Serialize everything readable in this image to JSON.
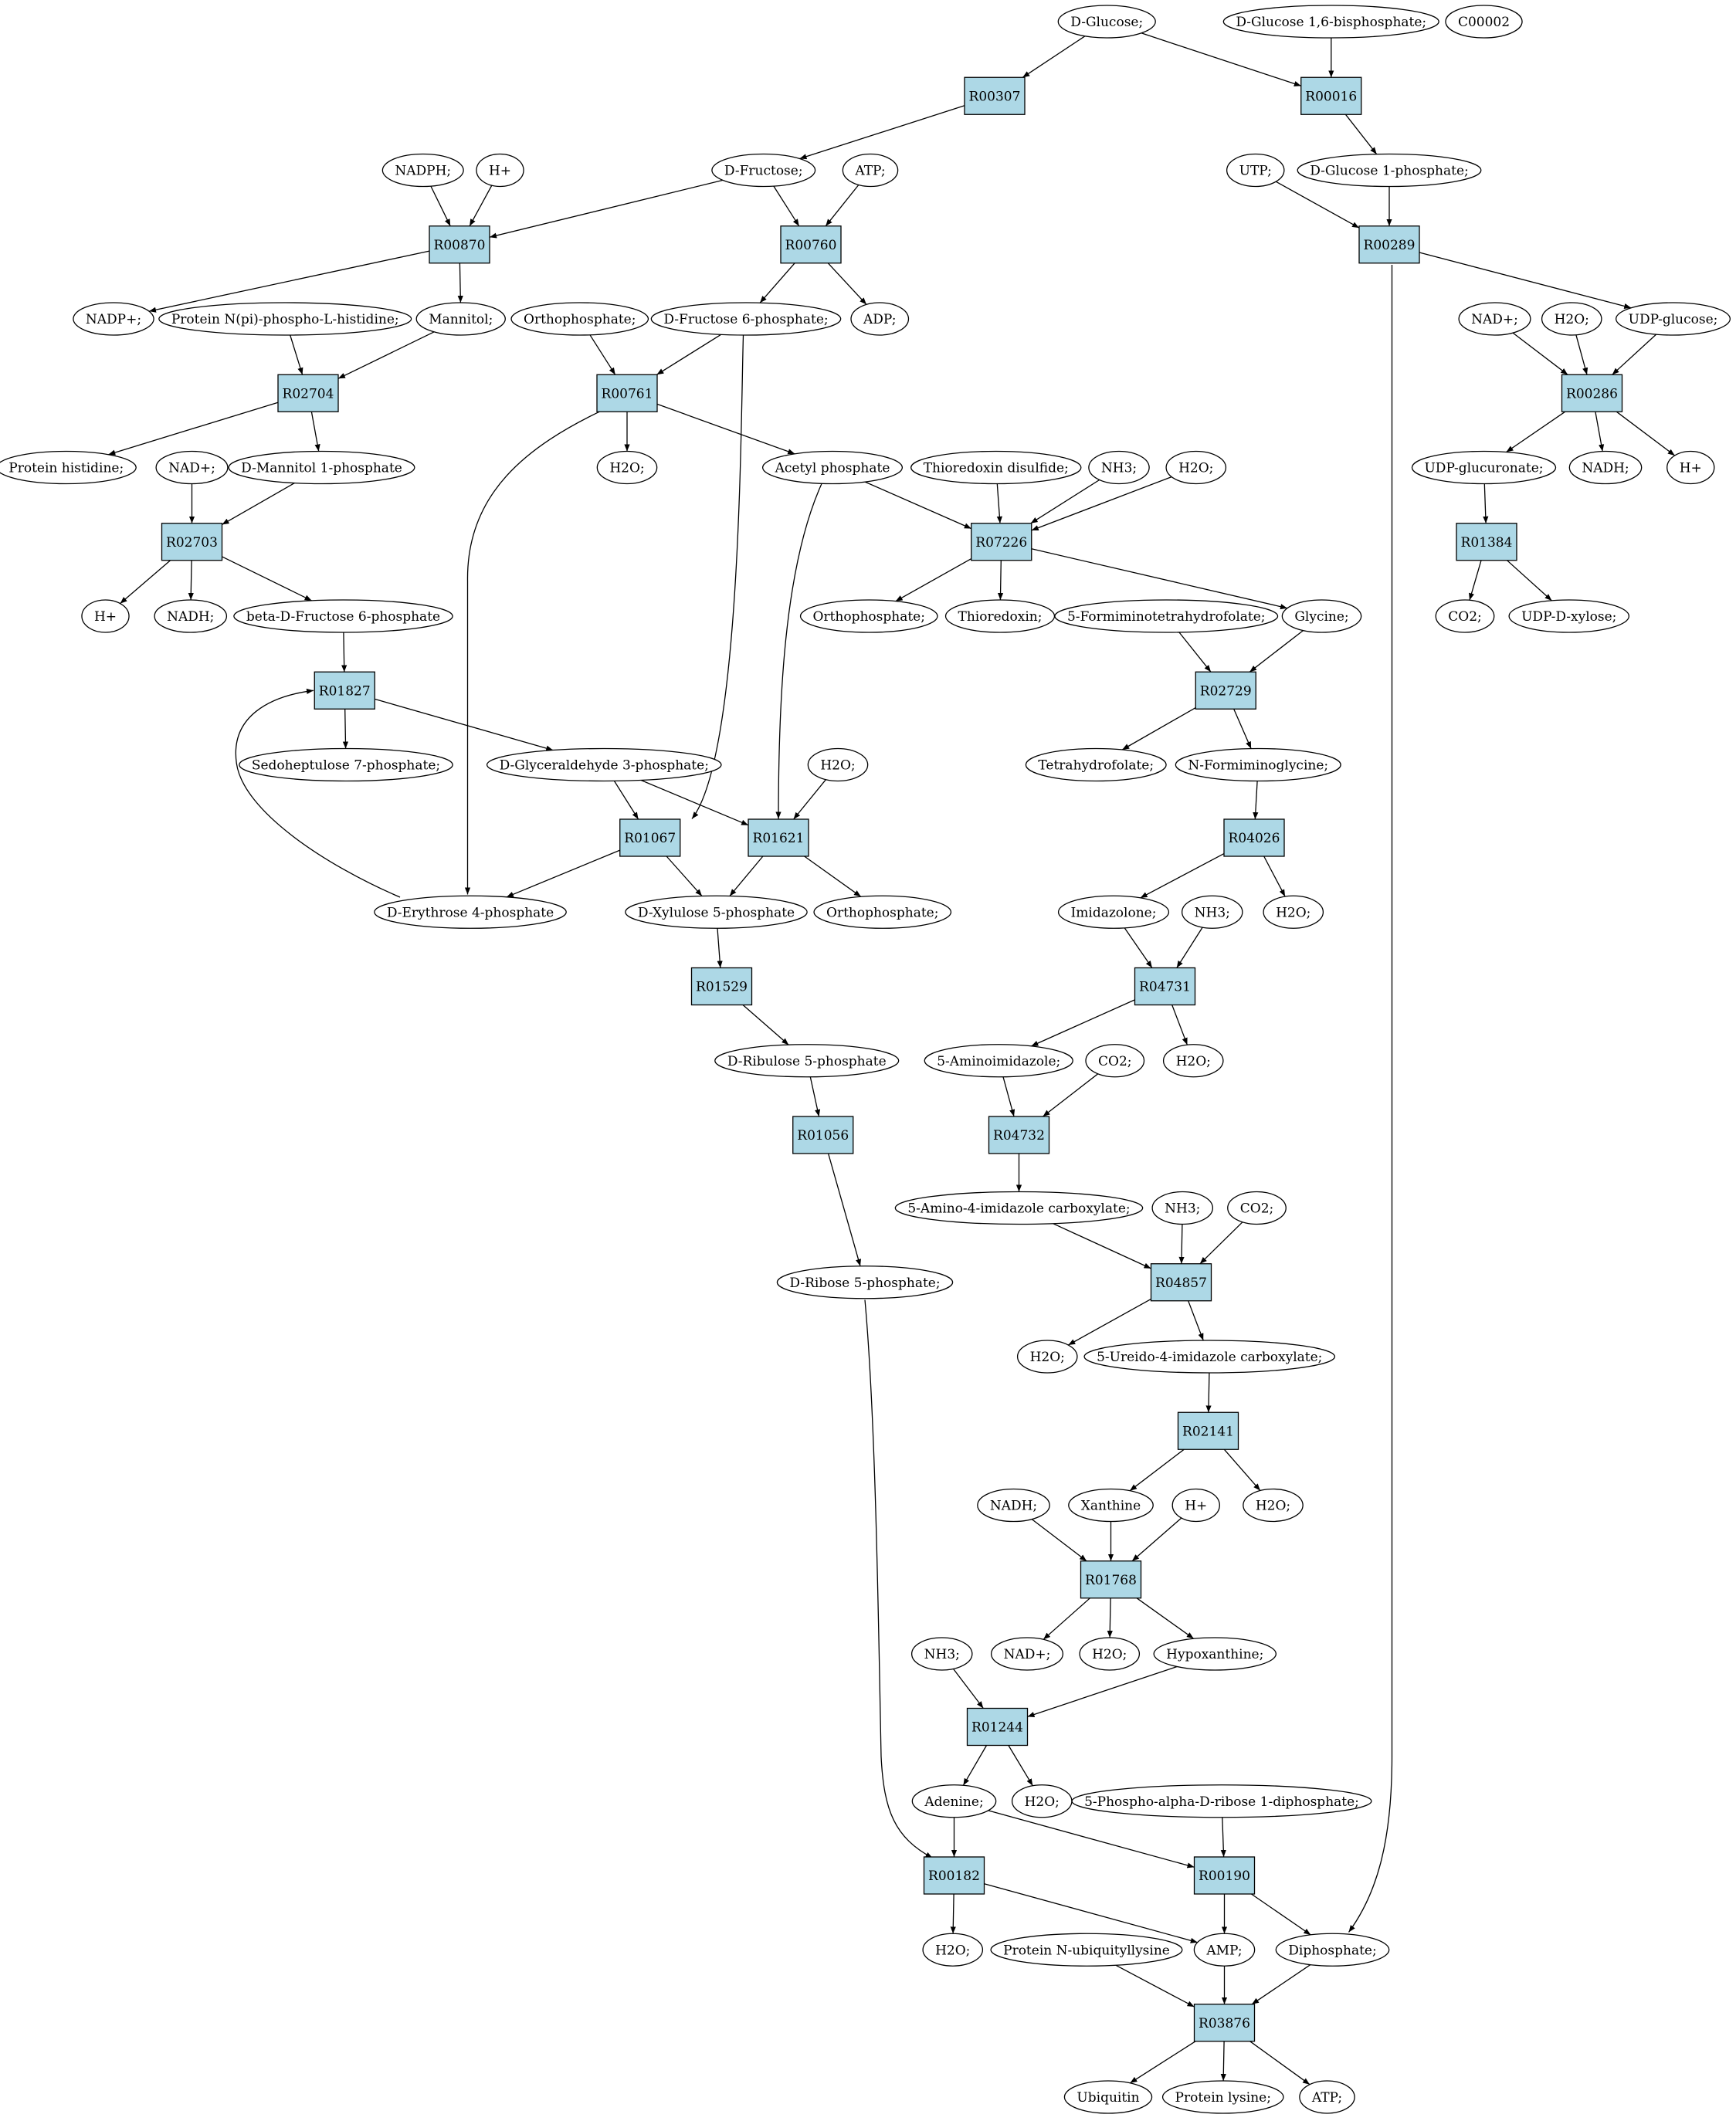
{
  "colors": {
    "reaction_fill": "#add8e6",
    "metabolite_fill": "#ffffff",
    "highlight_green": "#00ff00",
    "highlight_yellow": "#ffff00",
    "edge": "#000000"
  },
  "nodes": [
    {
      "id": "n_glucose",
      "label": "D-Glucose;",
      "kind": "met",
      "fill": "#00ff00"
    },
    {
      "id": "n_g16bp",
      "label": "D-Glucose 1,6-bisphosphate;",
      "kind": "met"
    },
    {
      "id": "n_c00002",
      "label": "C00002",
      "kind": "met",
      "fill": "#ffff00"
    },
    {
      "id": "r_R00307",
      "label": "R00307",
      "kind": "rxn"
    },
    {
      "id": "r_R00016",
      "label": "R00016",
      "kind": "rxn"
    },
    {
      "id": "n_nadph",
      "label": "NADPH;",
      "kind": "met"
    },
    {
      "id": "n_hplus_1",
      "label": "H+",
      "kind": "met"
    },
    {
      "id": "n_fructose",
      "label": "D-Fructose;",
      "kind": "met"
    },
    {
      "id": "n_atp_1",
      "label": "ATP;",
      "kind": "met"
    },
    {
      "id": "n_utp",
      "label": "UTP;",
      "kind": "met"
    },
    {
      "id": "n_g1p",
      "label": "D-Glucose 1-phosphate;",
      "kind": "met"
    },
    {
      "id": "r_R00870",
      "label": "R00870",
      "kind": "rxn"
    },
    {
      "id": "r_R00760",
      "label": "R00760",
      "kind": "rxn"
    },
    {
      "id": "r_R00289",
      "label": "R00289",
      "kind": "rxn"
    },
    {
      "id": "n_nadp",
      "label": "NADP+;",
      "kind": "met"
    },
    {
      "id": "n_protnpi",
      "label": "Protein N(pi)-phospho-L-histidine;",
      "kind": "met"
    },
    {
      "id": "n_mannitol",
      "label": "Mannitol;",
      "kind": "met"
    },
    {
      "id": "n_ortho_1",
      "label": "Orthophosphate;",
      "kind": "met"
    },
    {
      "id": "n_f6p",
      "label": "D-Fructose 6-phosphate;",
      "kind": "met"
    },
    {
      "id": "n_adp",
      "label": "ADP;",
      "kind": "met"
    },
    {
      "id": "n_nad_1",
      "label": "NAD+;",
      "kind": "met"
    },
    {
      "id": "n_h2o_1",
      "label": "H2O;",
      "kind": "met"
    },
    {
      "id": "n_udpglc",
      "label": "UDP-glucose;",
      "kind": "met"
    },
    {
      "id": "r_R02704",
      "label": "R02704",
      "kind": "rxn"
    },
    {
      "id": "r_R00761",
      "label": "R00761",
      "kind": "rxn"
    },
    {
      "id": "r_R00286",
      "label": "R00286",
      "kind": "rxn"
    },
    {
      "id": "n_prothis",
      "label": "Protein histidine;",
      "kind": "met"
    },
    {
      "id": "n_nad_2",
      "label": "NAD+;",
      "kind": "met"
    },
    {
      "id": "n_m1p",
      "label": "D-Mannitol 1-phosphate",
      "kind": "met"
    },
    {
      "id": "n_h2o_2",
      "label": "H2O;",
      "kind": "met"
    },
    {
      "id": "n_acp",
      "label": "Acetyl phosphate",
      "kind": "met"
    },
    {
      "id": "n_trxss",
      "label": "Thioredoxin disulfide;",
      "kind": "met"
    },
    {
      "id": "n_nh3_1",
      "label": "NH3;",
      "kind": "met"
    },
    {
      "id": "n_h2o_3",
      "label": "H2O;",
      "kind": "met"
    },
    {
      "id": "n_udpgla",
      "label": "UDP-glucuronate;",
      "kind": "met"
    },
    {
      "id": "n_nadh_1",
      "label": "NADH;",
      "kind": "met"
    },
    {
      "id": "n_hplus_2",
      "label": "H+",
      "kind": "met"
    },
    {
      "id": "r_R02703",
      "label": "R02703",
      "kind": "rxn"
    },
    {
      "id": "r_R07226",
      "label": "R07226",
      "kind": "rxn"
    },
    {
      "id": "r_R01384",
      "label": "R01384",
      "kind": "rxn"
    },
    {
      "id": "n_hplus_3",
      "label": "H+",
      "kind": "met"
    },
    {
      "id": "n_nadh_2",
      "label": "NADH;",
      "kind": "met"
    },
    {
      "id": "n_bf6p",
      "label": "beta-D-Fructose 6-phosphate",
      "kind": "met"
    },
    {
      "id": "n_ortho_2",
      "label": "Orthophosphate;",
      "kind": "met"
    },
    {
      "id": "n_trx",
      "label": "Thioredoxin;",
      "kind": "met"
    },
    {
      "id": "n_formthf",
      "label": "5-Formiminotetrahydrofolate;",
      "kind": "met"
    },
    {
      "id": "n_glycine",
      "label": "Glycine;",
      "kind": "met"
    },
    {
      "id": "n_co2_1",
      "label": "CO2;",
      "kind": "met"
    },
    {
      "id": "n_udpxyl",
      "label": "UDP-D-xylose;",
      "kind": "met"
    },
    {
      "id": "r_R01827",
      "label": "R01827",
      "kind": "rxn"
    },
    {
      "id": "r_R02729",
      "label": "R02729",
      "kind": "rxn"
    },
    {
      "id": "n_s7p",
      "label": "Sedoheptulose 7-phosphate;",
      "kind": "met"
    },
    {
      "id": "n_g3p",
      "label": "D-Glyceraldehyde 3-phosphate;",
      "kind": "met"
    },
    {
      "id": "n_h2o_4",
      "label": "H2O;",
      "kind": "met"
    },
    {
      "id": "n_thf",
      "label": "Tetrahydrofolate;",
      "kind": "met"
    },
    {
      "id": "n_fgly",
      "label": "N-Formiminoglycine;",
      "kind": "met"
    },
    {
      "id": "r_R01067",
      "label": "R01067",
      "kind": "rxn"
    },
    {
      "id": "r_R01621",
      "label": "R01621",
      "kind": "rxn"
    },
    {
      "id": "r_R04026",
      "label": "R04026",
      "kind": "rxn"
    },
    {
      "id": "n_e4p",
      "label": "D-Erythrose 4-phosphate",
      "kind": "met"
    },
    {
      "id": "n_x5p",
      "label": "D-Xylulose 5-phosphate",
      "kind": "met"
    },
    {
      "id": "n_ortho_3",
      "label": "Orthophosphate;",
      "kind": "met"
    },
    {
      "id": "n_imidazolone",
      "label": "Imidazolone;",
      "kind": "met"
    },
    {
      "id": "n_nh3_2",
      "label": "NH3;",
      "kind": "met"
    },
    {
      "id": "n_h2o_5",
      "label": "H2O;",
      "kind": "met"
    },
    {
      "id": "r_R01529",
      "label": "R01529",
      "kind": "rxn"
    },
    {
      "id": "r_R04731",
      "label": "R04731",
      "kind": "rxn"
    },
    {
      "id": "n_ru5p",
      "label": "D-Ribulose 5-phosphate",
      "kind": "met"
    },
    {
      "id": "n_aminoimid",
      "label": "5-Aminoimidazole;",
      "kind": "met"
    },
    {
      "id": "n_co2_2",
      "label": "CO2;",
      "kind": "met"
    },
    {
      "id": "n_h2o_6",
      "label": "H2O;",
      "kind": "met"
    },
    {
      "id": "r_R01056",
      "label": "R01056",
      "kind": "rxn"
    },
    {
      "id": "r_R04732",
      "label": "R04732",
      "kind": "rxn"
    },
    {
      "id": "n_aicarb",
      "label": "5-Amino-4-imidazole carboxylate;",
      "kind": "met"
    },
    {
      "id": "n_nh3_3",
      "label": "NH3;",
      "kind": "met"
    },
    {
      "id": "n_co2_3",
      "label": "CO2;",
      "kind": "met"
    },
    {
      "id": "n_r5p",
      "label": "D-Ribose 5-phosphate;",
      "kind": "met"
    },
    {
      "id": "r_R04857",
      "label": "R04857",
      "kind": "rxn"
    },
    {
      "id": "n_h2o_7",
      "label": "H2O;",
      "kind": "met"
    },
    {
      "id": "n_uicarb",
      "label": "5-Ureido-4-imidazole carboxylate;",
      "kind": "met"
    },
    {
      "id": "r_R02141",
      "label": "R02141",
      "kind": "rxn"
    },
    {
      "id": "n_nadh_3",
      "label": "NADH;",
      "kind": "met"
    },
    {
      "id": "n_xanthine",
      "label": "Xanthine",
      "kind": "met"
    },
    {
      "id": "n_hplus_4",
      "label": "H+",
      "kind": "met"
    },
    {
      "id": "n_h2o_8",
      "label": "H2O;",
      "kind": "met"
    },
    {
      "id": "r_R01768",
      "label": "R01768",
      "kind": "rxn"
    },
    {
      "id": "n_nh3_4",
      "label": "NH3;",
      "kind": "met"
    },
    {
      "id": "n_nad_3",
      "label": "NAD+;",
      "kind": "met"
    },
    {
      "id": "n_h2o_9",
      "label": "H2O;",
      "kind": "met"
    },
    {
      "id": "n_hypox",
      "label": "Hypoxanthine;",
      "kind": "met"
    },
    {
      "id": "r_R01244",
      "label": "R01244",
      "kind": "rxn"
    },
    {
      "id": "n_adenine",
      "label": "Adenine;",
      "kind": "met"
    },
    {
      "id": "n_h2o_10",
      "label": "H2O;",
      "kind": "met"
    },
    {
      "id": "n_prpp",
      "label": "5-Phospho-alpha-D-ribose 1-diphosphate;",
      "kind": "met"
    },
    {
      "id": "r_R00182",
      "label": "R00182",
      "kind": "rxn"
    },
    {
      "id": "r_R00190",
      "label": "R00190",
      "kind": "rxn"
    },
    {
      "id": "n_h2o_11",
      "label": "H2O;",
      "kind": "met"
    },
    {
      "id": "n_protubl",
      "label": "Protein N-ubiquityllysine",
      "kind": "met"
    },
    {
      "id": "n_amp",
      "label": "AMP;",
      "kind": "met"
    },
    {
      "id": "n_ppi",
      "label": "Diphosphate;",
      "kind": "met"
    },
    {
      "id": "r_R03876",
      "label": "R03876",
      "kind": "rxn"
    },
    {
      "id": "n_ubiquitin",
      "label": "Ubiquitin",
      "kind": "met"
    },
    {
      "id": "n_protlys",
      "label": "Protein lysine;",
      "kind": "met"
    },
    {
      "id": "n_atp_2",
      "label": "ATP;",
      "kind": "met"
    }
  ],
  "edges": [
    [
      "n_glucose",
      "r_R00307"
    ],
    [
      "n_glucose",
      "r_R00016"
    ],
    [
      "n_g16bp",
      "r_R00016"
    ],
    [
      "r_R00307",
      "n_fructose"
    ],
    [
      "r_R00016",
      "n_g1p"
    ],
    [
      "n_nadph",
      "r_R00870"
    ],
    [
      "n_hplus_1",
      "r_R00870"
    ],
    [
      "n_fructose",
      "r_R00870"
    ],
    [
      "n_fructose",
      "r_R00760"
    ],
    [
      "n_atp_1",
      "r_R00760"
    ],
    [
      "n_utp",
      "r_R00289"
    ],
    [
      "n_g1p",
      "r_R00289"
    ],
    [
      "r_R00870",
      "n_nadp"
    ],
    [
      "r_R00870",
      "n_mannitol"
    ],
    [
      "r_R00760",
      "n_f6p"
    ],
    [
      "r_R00760",
      "n_adp"
    ],
    [
      "r_R00289",
      "n_udpglc"
    ],
    [
      "r_R00289",
      "n_ppi"
    ],
    [
      "n_protnpi",
      "r_R02704"
    ],
    [
      "n_mannitol",
      "r_R02704"
    ],
    [
      "n_ortho_1",
      "r_R00761"
    ],
    [
      "n_f6p",
      "r_R00761"
    ],
    [
      "n_f6p",
      "r_R01067"
    ],
    [
      "n_nad_1",
      "r_R00286"
    ],
    [
      "n_h2o_1",
      "r_R00286"
    ],
    [
      "n_udpglc",
      "r_R00286"
    ],
    [
      "r_R02704",
      "n_prothis"
    ],
    [
      "r_R02704",
      "n_m1p"
    ],
    [
      "r_R00761",
      "n_h2o_2"
    ],
    [
      "r_R00761",
      "n_acp"
    ],
    [
      "r_R00761",
      "n_e4p"
    ],
    [
      "r_R00286",
      "n_udpgla"
    ],
    [
      "r_R00286",
      "n_nadh_1"
    ],
    [
      "r_R00286",
      "n_hplus_2"
    ],
    [
      "n_nad_2",
      "r_R02703"
    ],
    [
      "n_m1p",
      "r_R02703"
    ],
    [
      "n_acp",
      "r_R07226"
    ],
    [
      "n_acp",
      "r_R01621"
    ],
    [
      "n_trxss",
      "r_R07226"
    ],
    [
      "n_nh3_1",
      "r_R07226"
    ],
    [
      "n_h2o_3",
      "r_R07226"
    ],
    [
      "n_udpgla",
      "r_R01384"
    ],
    [
      "r_R02703",
      "n_hplus_3"
    ],
    [
      "r_R02703",
      "n_nadh_2"
    ],
    [
      "r_R02703",
      "n_bf6p"
    ],
    [
      "r_R07226",
      "n_ortho_2"
    ],
    [
      "r_R07226",
      "n_trx"
    ],
    [
      "r_R07226",
      "n_glycine"
    ],
    [
      "r_R01384",
      "n_co2_1"
    ],
    [
      "r_R01384",
      "n_udpxyl"
    ],
    [
      "n_bf6p",
      "r_R01827"
    ],
    [
      "n_formthf",
      "r_R02729"
    ],
    [
      "n_glycine",
      "r_R02729"
    ],
    [
      "r_R01827",
      "n_s7p"
    ],
    [
      "r_R01827",
      "n_g3p"
    ],
    [
      "r_R02729",
      "n_thf"
    ],
    [
      "r_R02729",
      "n_fgly"
    ],
    [
      "n_g3p",
      "r_R01067"
    ],
    [
      "n_g3p",
      "r_R01621"
    ],
    [
      "n_h2o_4",
      "r_R01621"
    ],
    [
      "n_fgly",
      "r_R04026"
    ],
    [
      "r_R01067",
      "n_e4p"
    ],
    [
      "r_R01067",
      "n_x5p"
    ],
    [
      "r_R01621",
      "n_x5p"
    ],
    [
      "r_R01621",
      "n_ortho_3"
    ],
    [
      "n_e4p",
      "r_R01827"
    ],
    [
      "r_R04026",
      "n_imidazolone"
    ],
    [
      "r_R04026",
      "n_h2o_5"
    ],
    [
      "n_x5p",
      "r_R01529"
    ],
    [
      "n_imidazolone",
      "r_R04731"
    ],
    [
      "n_nh3_2",
      "r_R04731"
    ],
    [
      "r_R01529",
      "n_ru5p"
    ],
    [
      "r_R04731",
      "n_aminoimid"
    ],
    [
      "r_R04731",
      "n_h2o_6"
    ],
    [
      "n_ru5p",
      "r_R01056"
    ],
    [
      "n_aminoimid",
      "r_R04732"
    ],
    [
      "n_co2_2",
      "r_R04732"
    ],
    [
      "r_R01056",
      "n_r5p"
    ],
    [
      "r_R04732",
      "n_aicarb"
    ],
    [
      "n_aicarb",
      "r_R04857"
    ],
    [
      "n_nh3_3",
      "r_R04857"
    ],
    [
      "n_co2_3",
      "r_R04857"
    ],
    [
      "n_r5p",
      "r_R00182"
    ],
    [
      "r_R04857",
      "n_h2o_7"
    ],
    [
      "r_R04857",
      "n_uicarb"
    ],
    [
      "n_uicarb",
      "r_R02141"
    ],
    [
      "r_R02141",
      "n_xanthine"
    ],
    [
      "r_R02141",
      "n_h2o_8"
    ],
    [
      "n_nadh_3",
      "r_R01768"
    ],
    [
      "n_xanthine",
      "r_R01768"
    ],
    [
      "n_hplus_4",
      "r_R01768"
    ],
    [
      "r_R01768",
      "n_nad_3"
    ],
    [
      "r_R01768",
      "n_h2o_9"
    ],
    [
      "r_R01768",
      "n_hypox"
    ],
    [
      "n_nh3_4",
      "r_R01244"
    ],
    [
      "n_hypox",
      "r_R01244"
    ],
    [
      "r_R01244",
      "n_adenine"
    ],
    [
      "r_R01244",
      "n_h2o_10"
    ],
    [
      "n_adenine",
      "r_R00182"
    ],
    [
      "n_adenine",
      "r_R00190"
    ],
    [
      "n_prpp",
      "r_R00190"
    ],
    [
      "r_R00182",
      "n_h2o_11"
    ],
    [
      "r_R00182",
      "n_amp"
    ],
    [
      "r_R00190",
      "n_amp"
    ],
    [
      "r_R00190",
      "n_ppi"
    ],
    [
      "n_protubl",
      "r_R03876"
    ],
    [
      "n_amp",
      "r_R03876"
    ],
    [
      "n_ppi",
      "r_R03876"
    ],
    [
      "r_R03876",
      "n_ubiquitin"
    ],
    [
      "r_R03876",
      "n_protlys"
    ],
    [
      "r_R03876",
      "n_atp_2"
    ]
  ]
}
